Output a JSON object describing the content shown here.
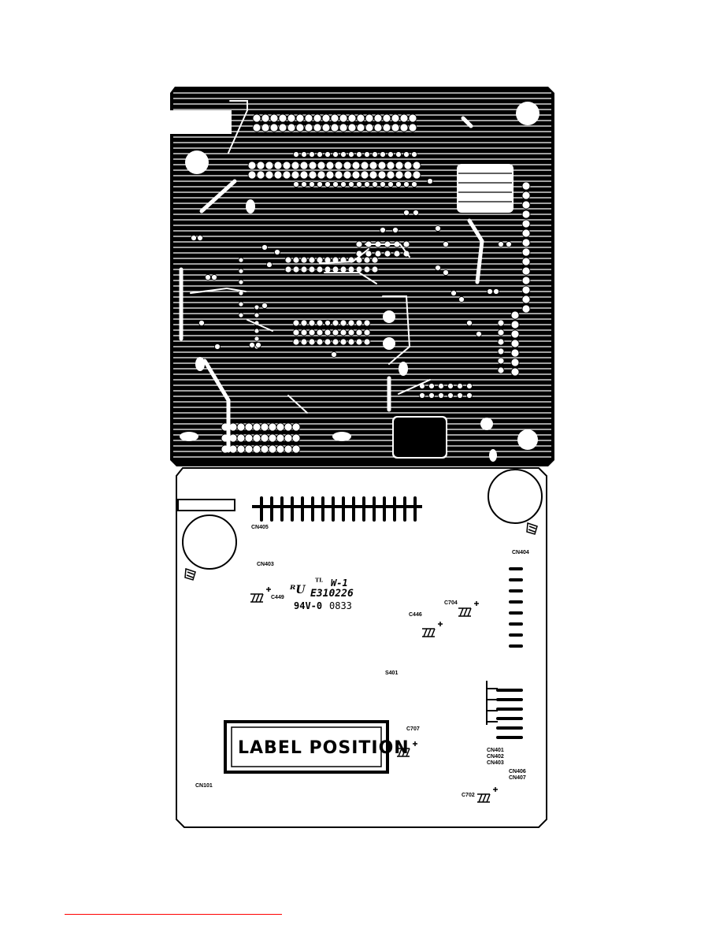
{
  "pcb": {
    "board_rating": "94V-0",
    "date_code": "0833",
    "ul_file": "E310226",
    "flammability": "W-1",
    "label_area": "LABEL POSITION"
  },
  "silkscreen": {
    "cn405": "CN405",
    "cn403": "CN403",
    "cn404": "CN404",
    "c449": "C449",
    "c446": "C446",
    "c704": "C704",
    "s401": "S401",
    "c707": "C707",
    "c702": "C702",
    "cn101": "CN101",
    "cn401": "CN401",
    "cn402": "CN402",
    "cn403b": "CN403",
    "cn406": "CN406",
    "cn407": "CN407"
  },
  "colors": {
    "copper": "#000000",
    "board": "#ffffff",
    "footer_rule": "#ff0000",
    "trace_accent": "#1a3cff"
  }
}
